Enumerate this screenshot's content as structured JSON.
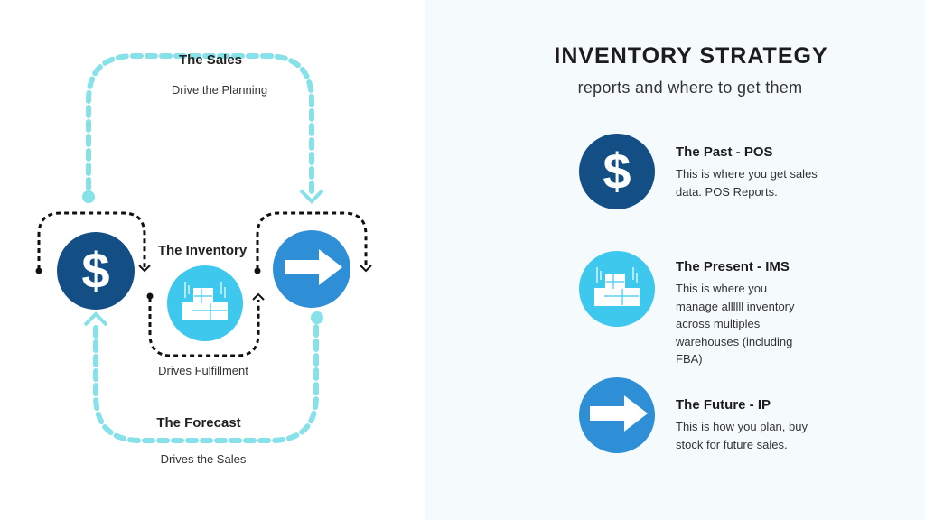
{
  "diagram": {
    "sales": {
      "title": "The Sales",
      "caption": "Drive the Planning"
    },
    "inventory": {
      "title": "The Inventory",
      "caption": "Drives Fulfillment"
    },
    "forecast": {
      "title": "The Forecast",
      "caption": "Drives the Sales"
    },
    "icons": [
      "dollar-icon",
      "boxes-icon",
      "arrow-right-icon"
    ]
  },
  "panel": {
    "title": "INVENTORY STRATEGY",
    "subtitle": "reports and where to get them",
    "items": [
      {
        "heading": "The Past - POS",
        "text": "This is where you get sales data. POS Reports.",
        "icon": "dollar-icon"
      },
      {
        "heading": "The Present - IMS",
        "text": "This is where you manage allllll inventory across multiples warehouses (including FBA)",
        "icon": "boxes-icon"
      },
      {
        "heading": "The Future - IP",
        "text": "This is how you plan, buy stock for future sales.",
        "icon": "arrow-right-icon"
      }
    ]
  },
  "colors": {
    "dark_blue": "#134f85",
    "cyan": "#3ec8ee",
    "mid_blue": "#2e8fd6",
    "teal_dash": "#86e1e8"
  }
}
